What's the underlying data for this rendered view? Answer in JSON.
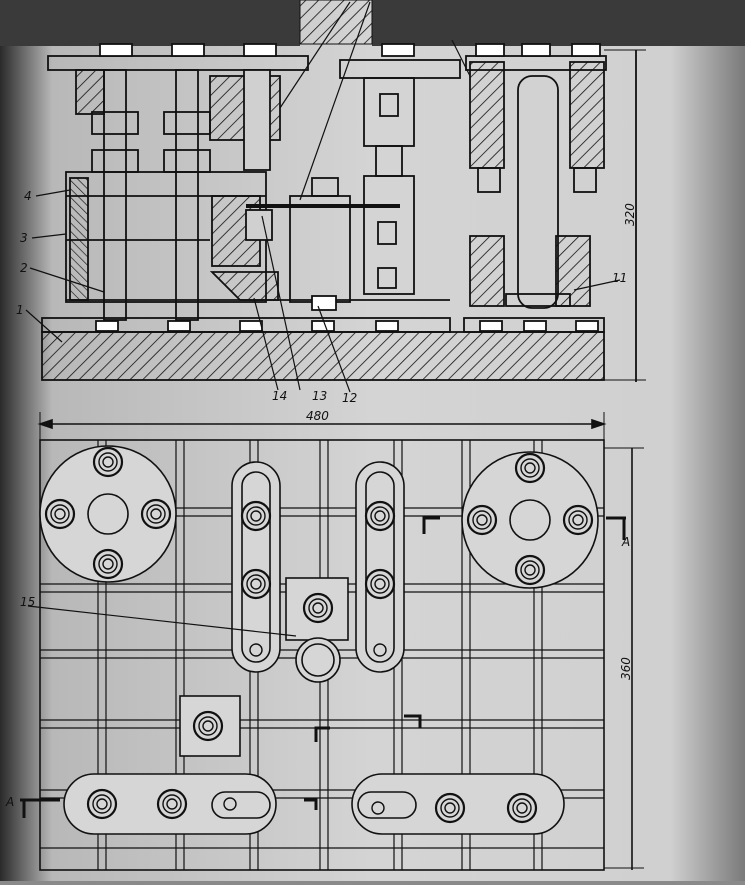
{
  "dimensions": {
    "height": "320",
    "width": "480",
    "depth": "360"
  },
  "callouts": [
    "1",
    "2",
    "3",
    "4",
    "11",
    "12",
    "13",
    "14",
    "15"
  ],
  "section_marks": [
    "A",
    "A"
  ],
  "colors": {
    "paper": "#dadada",
    "ink": "#111111",
    "shadow": "#3a3a3a"
  }
}
